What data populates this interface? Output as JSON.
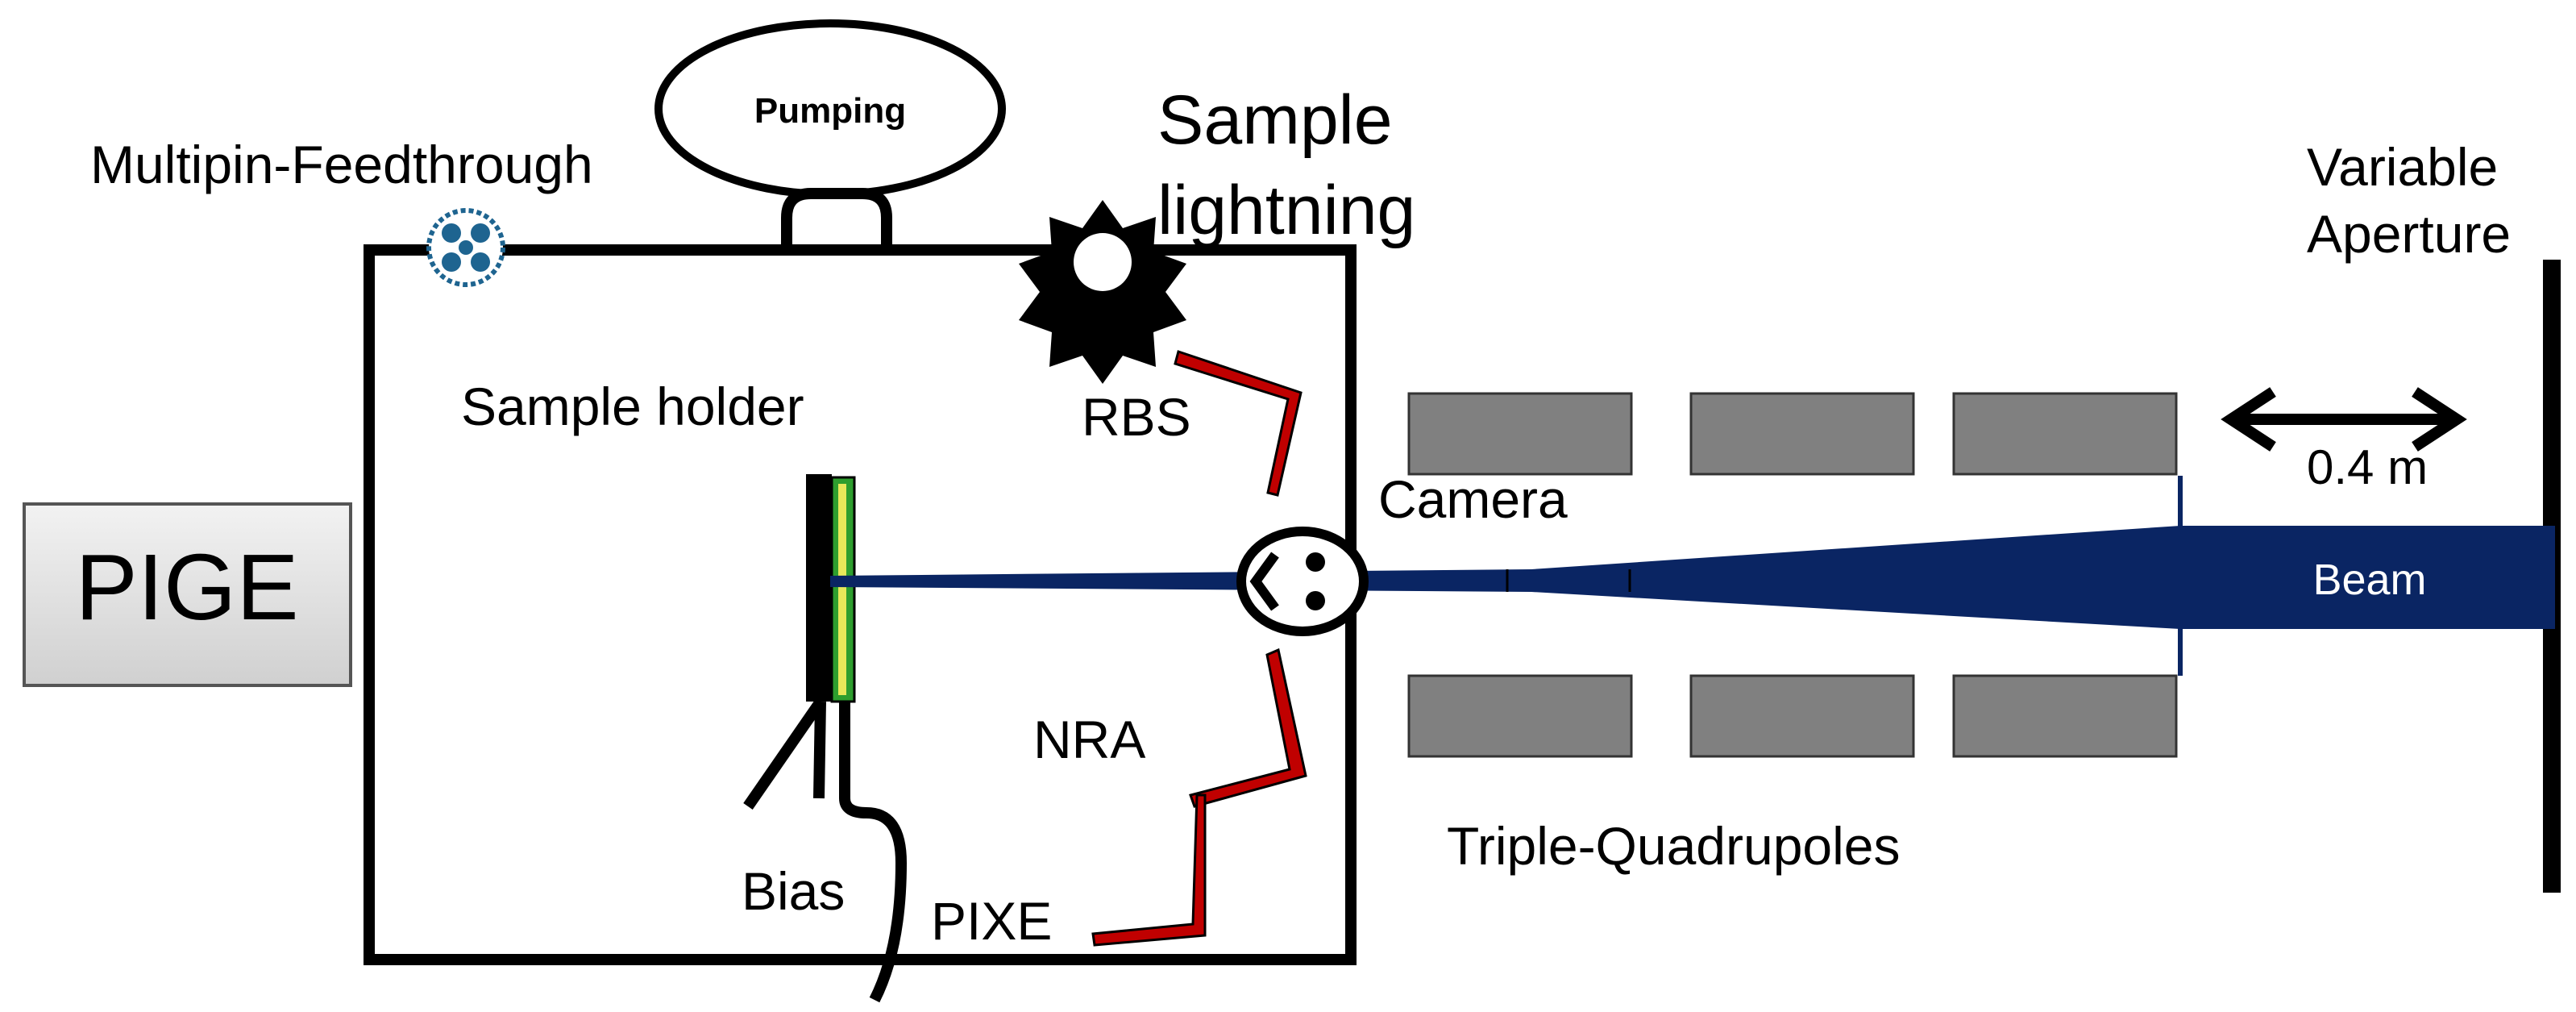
{
  "labels": {
    "pumping": "Pumping",
    "multipin": "Multipin-Feedthrough",
    "sample_lightning_1": "Sample",
    "sample_lightning_2": "lightning",
    "variable_aperture_1": "Variable",
    "variable_aperture_2": "Aperture",
    "sample_holder": "Sample holder",
    "rbs": "RBS",
    "camera": "Camera",
    "pige": "PIGE",
    "distance": "0.4 m",
    "beam": "Beam",
    "nra": "NRA",
    "bias": "Bias",
    "pixe": "PIXE",
    "triple_quadrupoles": "Triple-Quadrupoles"
  },
  "colors": {
    "beam": "#0a2563",
    "detector": "#c00000",
    "quadrupole": "#808080",
    "feedthrough": "#1e6490",
    "sample_green": "#2e9e2e",
    "sample_yellow": "#e8e85a"
  }
}
